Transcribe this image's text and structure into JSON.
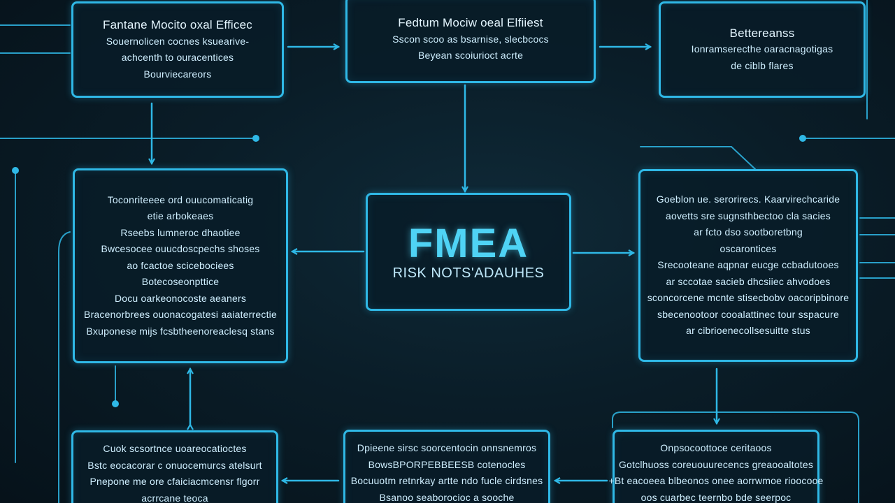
{
  "colors": {
    "background": "#0a1d28",
    "accent": "#2fb8e6",
    "acronym": "#4fd3f5",
    "text": "#cfefff"
  },
  "center": {
    "acronym": "FMEA",
    "subtitle": "RISK NOTS'ADAUHES"
  },
  "nodes": {
    "top_left": {
      "title": "Fantane Mocito oxal Efficec",
      "lines": [
        "Souernolicen cocnes ksuearive-",
        "achcenth to ouracentices",
        "Bourviecareors"
      ]
    },
    "top_center": {
      "title": "Fedtum Mociw oeal Elfiiest",
      "lines": [
        "Sscon scoo as bsarnise, slecbcocs",
        "Beyean scoiurioct acrte"
      ]
    },
    "top_right": {
      "title": "Bettereanss",
      "lines": [
        "Ionramserecthe oaracnagotigas",
        "de ciblb flares"
      ]
    },
    "mid_left": {
      "lines": [
        "Toconriteeee ord ouucomaticatig",
        "etie arbokeaes",
        "Rseebs lumneroc dhaotiee",
        "Bwcesocee ouucdoscpechs shoses",
        "ao fcactoe scicebociees",
        "Botecoseonpttice",
        "Docu oarkeonocoste aeaners",
        "Bracenorbrees ouonacogatesi aaiaterrectie",
        "Bxuponese mijs fcsbtheenoreaclesq stans"
      ]
    },
    "mid_right": {
      "lines": [
        "Goeblon ue. serorirecs. Kaarvirechcaride",
        "aovetts sre sugnsthbectoo cla sacies",
        "ar fcto dso sootboretbng",
        "oscarontices",
        "Srecooteane aqpnar eucge ccbadutooes",
        "ar sccotae sacieb dhcsiiec ahvodoes",
        "sconcorcene mcnte stisecbobv oacoripbinore",
        "sbecenootoor cooalattinec tour sspacure",
        "ar cibrioenecollsesuitte stus"
      ]
    },
    "bottom_left": {
      "lines": [
        "Cuok scsortnce uoareocatioctes",
        "Bstc eocacorar c onuocemurcs atelsurt",
        "Pnepone me ore cfaiciacmcensr flgorr",
        "acrrcane teoca"
      ]
    },
    "bottom_center": {
      "lines": [
        "Dpieene sirsc soorcentocin onnsnemros",
        "BowsBPORPEBBEESB cotenocles",
        "Bocuuotm retnrkay artte ndo fucle cirdsnes",
        "Bsanoo seaborocioc a sooche"
      ]
    },
    "bottom_right": {
      "lines": [
        "Onpsocoottoce ceritaoos",
        "Gotclhuoss coreuouurecencs greaooaltotes",
        "+Bt eacoeea blbeonos onee aorrwmoe rioocooe",
        "oos cuarbec teernbo bde seerpoc"
      ]
    }
  }
}
